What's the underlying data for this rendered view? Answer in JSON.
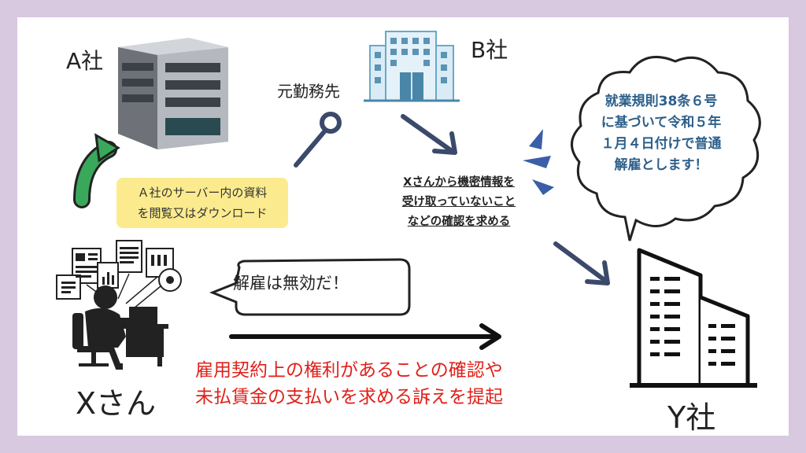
{
  "companies": {
    "a": "A社",
    "b": "B社",
    "x": "Xさん",
    "y": "Y社",
    "former_employer": "元勤務先"
  },
  "note_a": [
    "Ａ社のサーバー内の資料",
    "を閲覧又はダウンロード"
  ],
  "request": [
    "Xさんから機密情報を",
    "受け取っていないこと",
    "などの確認を求める"
  ],
  "speech_x": "解雇は無効だ！",
  "speech_y": [
    "就業規則38条６号",
    "に基づいて令和５年",
    "１月４日付けで普通",
    "解雇とします！"
  ],
  "claim": [
    "雇用契約上の権利があることの確認や",
    "未払賃金の支払いを求める訴えを提起"
  ],
  "colors": {
    "background": "#d8c8e0",
    "claim_text": "#e0201a",
    "speech_y_text": "#2c5f8a",
    "note_bg": "#fbeb8e",
    "arrow": "#3b4a6b",
    "green_arrow": "#3aa85a"
  },
  "icons": [
    "office-building-gray",
    "office-building-blue",
    "worker-at-computer",
    "skyscraper-outline",
    "key-icon"
  ]
}
